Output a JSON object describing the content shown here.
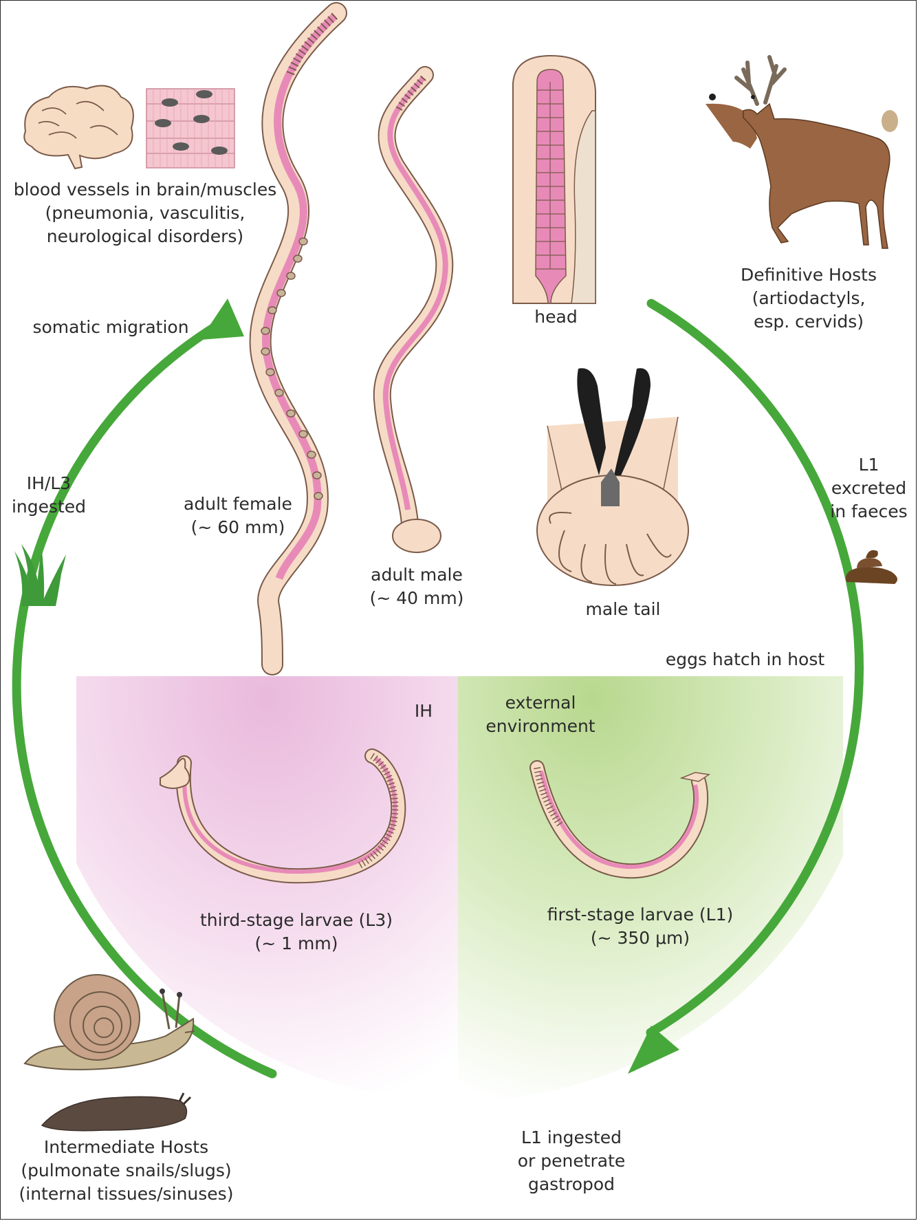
{
  "labels": {
    "blood_vessels": [
      "blood vessels in brain/muscles",
      "(pneumonia, vasculitis,",
      "neurological disorders)"
    ],
    "somatic_migration": "somatic migration",
    "ih_l3_ingested": [
      "IH/L3",
      "ingested"
    ],
    "adult_female": [
      "adult female",
      "(~ 60 mm)"
    ],
    "adult_male": [
      "adult male",
      "(~ 40 mm)"
    ],
    "head": "head",
    "male_tail": "male tail",
    "definitive_hosts": [
      "Definitive Hosts",
      "(artiodactyls,",
      "esp. cervids)"
    ],
    "l1_excreted": [
      "L1",
      "excreted",
      "in faeces"
    ],
    "eggs_hatch": "eggs hatch in host",
    "ih": "IH",
    "external_environment": [
      "external",
      "environment"
    ],
    "third_stage": [
      "third-stage larvae (L3)",
      "(~ 1 mm)"
    ],
    "first_stage": [
      "first-stage larvae (L1)",
      "(~ 350 μm)"
    ],
    "intermediate_hosts": [
      "Intermediate Hosts",
      "(pulmonate snails/slugs)",
      "(internal tissues/sinuses)"
    ],
    "l1_ingested": [
      "L1 ingested",
      "or penetrate",
      "gastropod"
    ]
  },
  "colors": {
    "cycle_arrow": "#46a83a",
    "worm_body": "#f6dcc6",
    "worm_gut": "#e88ab8",
    "ih_zone": "#e9b9dc",
    "environment_zone": "#b8d88e",
    "deer": "#9a6542",
    "faeces": "#6b4423"
  }
}
